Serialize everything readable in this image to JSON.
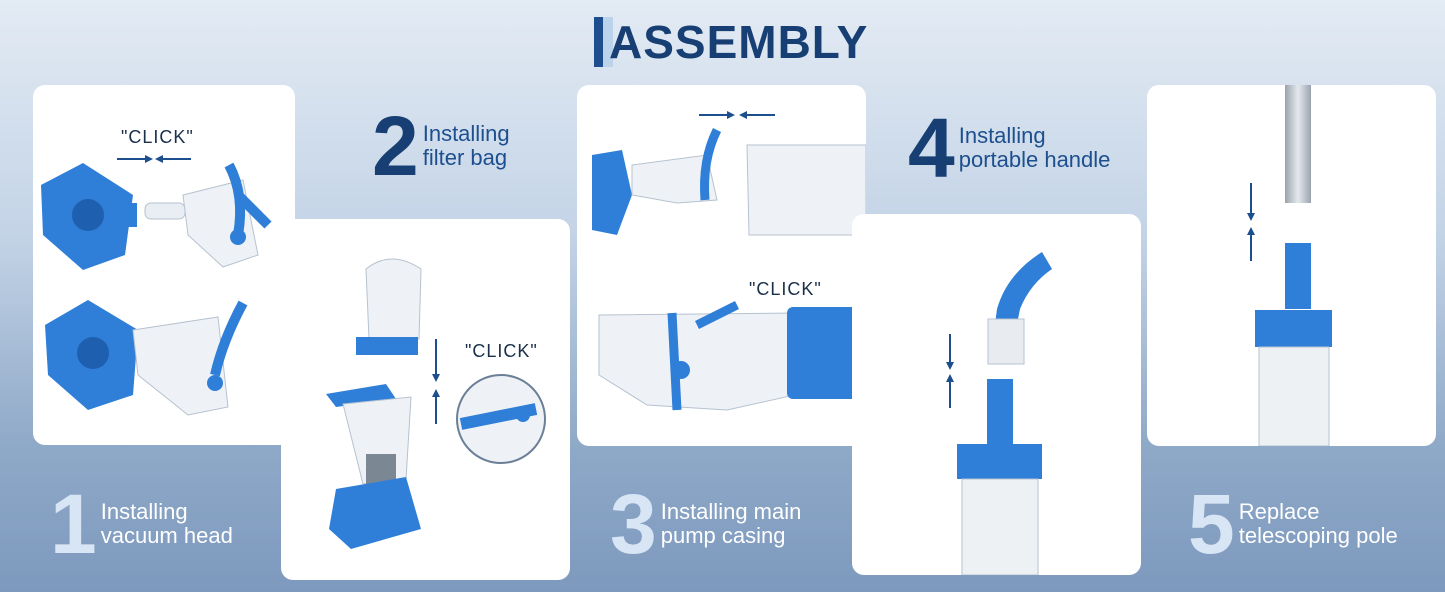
{
  "header": {
    "title": "ASSEMBLY"
  },
  "steps": [
    {
      "number": "1",
      "line1": "Installing",
      "line2": "vacuum head"
    },
    {
      "number": "2",
      "line1": "Installing",
      "line2": "filter bag"
    },
    {
      "number": "3",
      "line1": "Installing main",
      "line2": "pump casing"
    },
    {
      "number": "4",
      "line1": "Installing",
      "line2": "portable handle"
    },
    {
      "number": "5",
      "line1": "Replace",
      "line2": "telescoping pole"
    }
  ],
  "callouts": {
    "click1": "\"CLICK\"",
    "click2": "\"CLICK\"",
    "click3": "\"CLICK\""
  },
  "colors": {
    "brand_blue": "#2f7fd8",
    "dark_navy": "#173f74",
    "light_blue": "#d7e5f4"
  }
}
